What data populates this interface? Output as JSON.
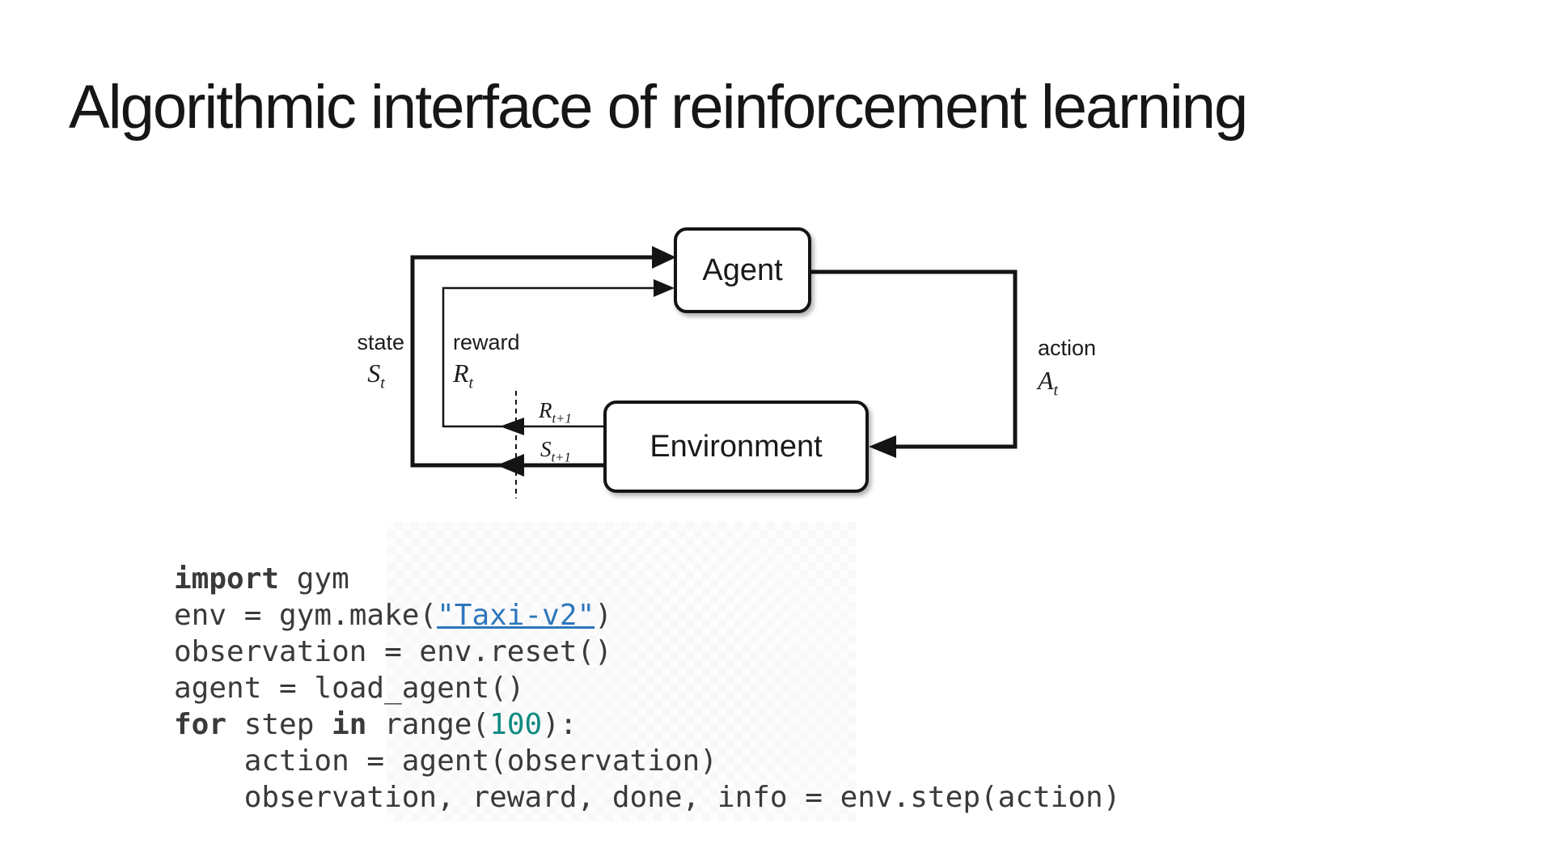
{
  "title": "Algorithmic interface of reinforcement learning",
  "diagram": {
    "agent_label": "Agent",
    "environment_label": "Environment",
    "state_label": "state",
    "reward_label": "reward",
    "action_label": "action",
    "state_symbol": {
      "base": "S",
      "sub": "t"
    },
    "reward_symbol": {
      "base": "R",
      "sub": "t"
    },
    "action_symbol": {
      "base": "A",
      "sub": "t"
    },
    "next_reward_symbol": {
      "base": "R",
      "sub": "t+1"
    },
    "next_state_symbol": {
      "base": "S",
      "sub": "t+1"
    }
  },
  "code": {
    "lines": [
      {
        "tokens": [
          {
            "text": "import",
            "style": "keyword"
          },
          {
            "text": " gym",
            "style": "plain"
          }
        ]
      },
      {
        "tokens": [
          {
            "text": "env = gym.make(",
            "style": "plain"
          },
          {
            "text": "\"Taxi-v2\"",
            "style": "string_link"
          },
          {
            "text": ")",
            "style": "plain"
          }
        ]
      },
      {
        "tokens": [
          {
            "text": "observation = env.reset()",
            "style": "plain"
          }
        ]
      },
      {
        "tokens": [
          {
            "text": "agent = load_agent()",
            "style": "plain"
          }
        ]
      },
      {
        "tokens": [
          {
            "text": "for",
            "style": "keyword"
          },
          {
            "text": " step ",
            "style": "plain"
          },
          {
            "text": "in",
            "style": "keyword"
          },
          {
            "text": " range(",
            "style": "plain"
          },
          {
            "text": "100",
            "style": "number"
          },
          {
            "text": "):",
            "style": "plain"
          }
        ]
      },
      {
        "tokens": [
          {
            "text": "    action = agent(observation)",
            "style": "plain"
          }
        ]
      },
      {
        "tokens": [
          {
            "text": "    observation, reward, done, info = env.step(action)",
            "style": "plain"
          }
        ]
      }
    ]
  },
  "colors": {
    "plain": "#3a3a3a",
    "keyword": "#3a3a3a",
    "string_link": "#2e77bb",
    "number": "#0e8a80",
    "line": "#141414"
  }
}
